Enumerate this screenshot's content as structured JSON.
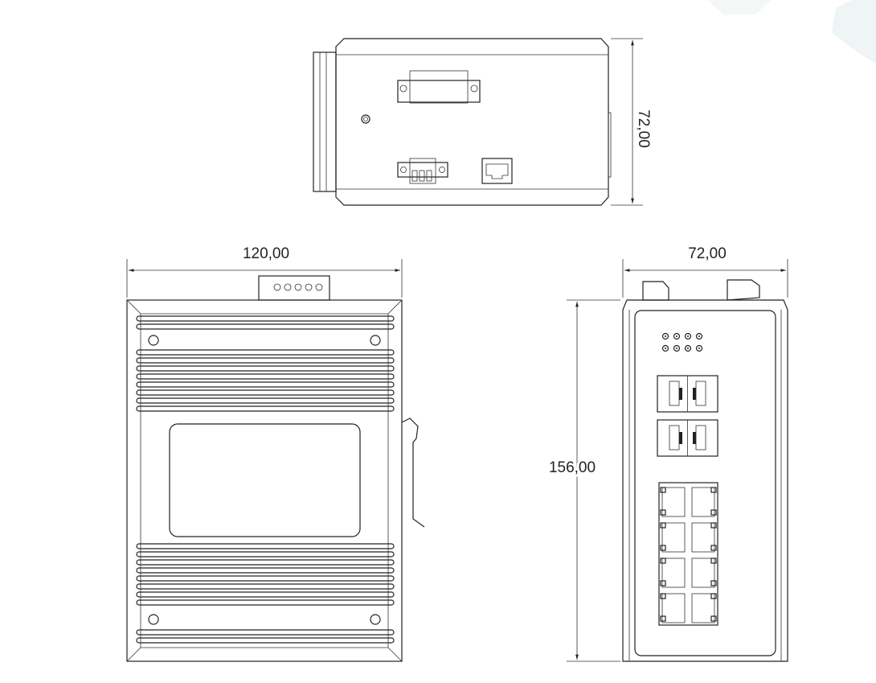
{
  "drawing": {
    "top_view": {
      "height_label": "72,00"
    },
    "front_view": {
      "width_label": "120,00"
    },
    "side_view": {
      "width_label": "72,00",
      "height_label": "156,00"
    }
  },
  "colors": {
    "line": "#222222",
    "watermark": "#eef5f4"
  }
}
